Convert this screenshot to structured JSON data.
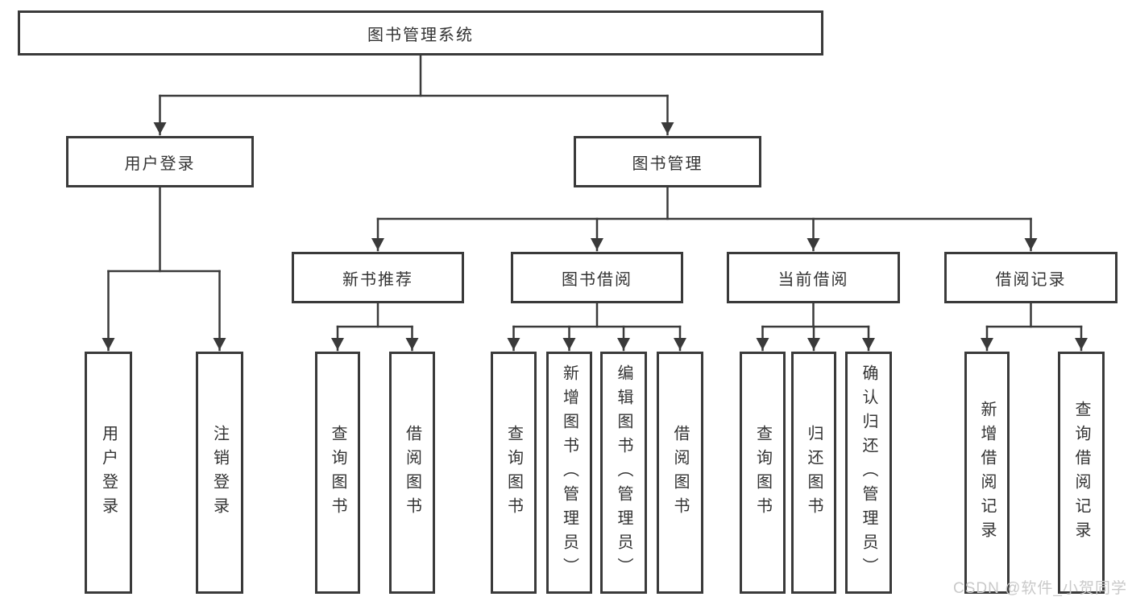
{
  "diagram": {
    "root": {
      "label": "图书管理系统"
    },
    "branches": [
      {
        "label": "用户登录",
        "children": [
          {
            "label": "用户登录"
          },
          {
            "label": "注销登录"
          }
        ]
      },
      {
        "label": "图书管理",
        "children": [
          {
            "label": "新书推荐",
            "children": [
              {
                "label": "查询图书"
              },
              {
                "label": "借阅图书"
              }
            ]
          },
          {
            "label": "图书借阅",
            "children": [
              {
                "label": "查询图书"
              },
              {
                "label": "新增图书（管理员）"
              },
              {
                "label": "编辑图书（管理员）"
              },
              {
                "label": "借阅图书"
              }
            ]
          },
          {
            "label": "当前借阅",
            "children": [
              {
                "label": "查询图书"
              },
              {
                "label": "归还图书"
              },
              {
                "label": "确认归还（管理员）"
              }
            ]
          },
          {
            "label": "借阅记录",
            "children": [
              {
                "label": "新增借阅记录"
              },
              {
                "label": "查询借阅记录"
              }
            ]
          }
        ]
      }
    ]
  },
  "watermark": {
    "text": "CSDN @软件_小贺同学"
  },
  "colors": {
    "line": "#3a3a3a",
    "text": "#333333",
    "background": "#ffffff",
    "watermark": "#c9c9c9"
  }
}
